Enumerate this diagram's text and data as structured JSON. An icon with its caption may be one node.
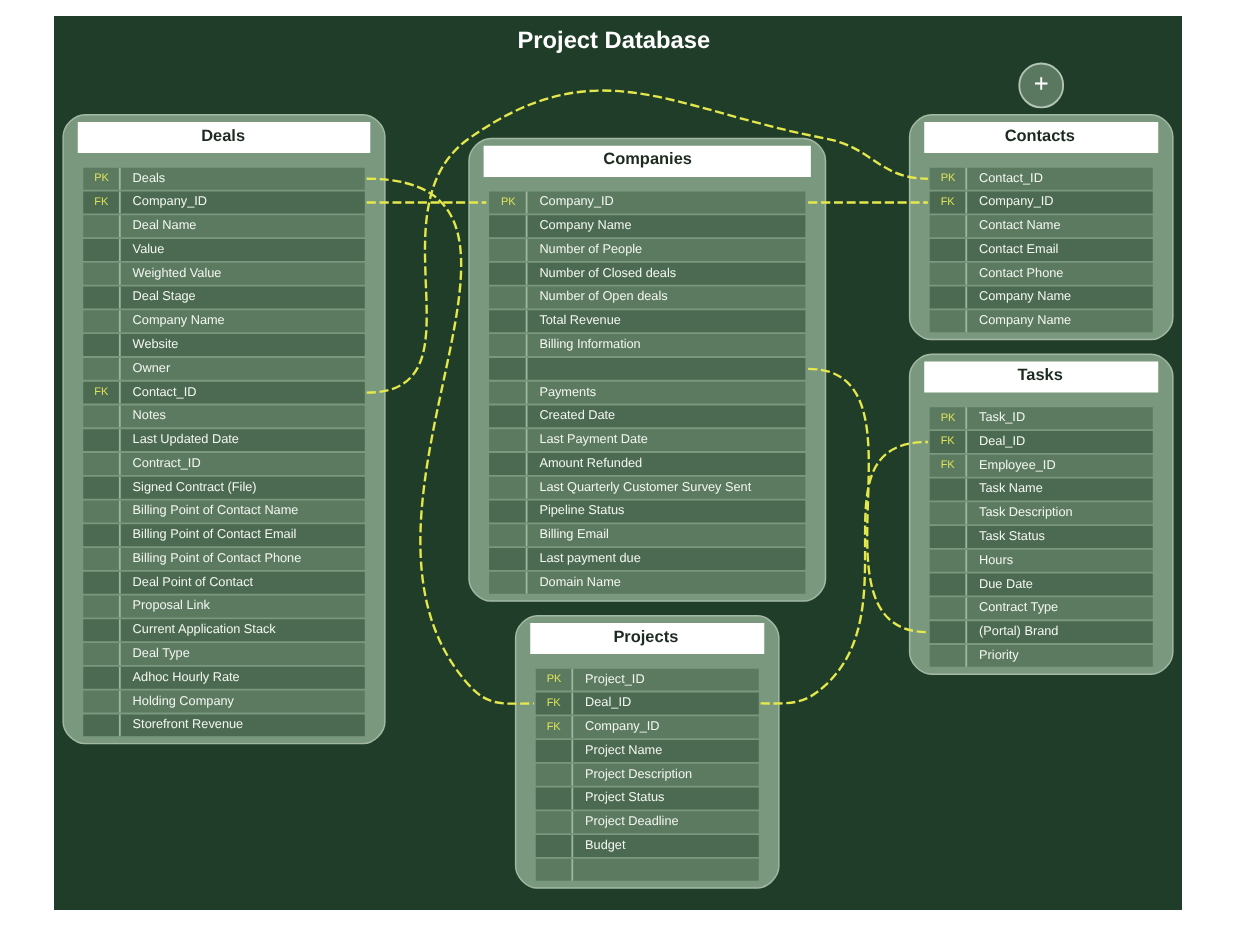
{
  "diagram": {
    "title": "Project Database",
    "nodes": [
      {
        "text": [
          "Deals"
        ]
      },
      {
        "text": [
          "PK",
          "Deals"
        ],
        "in": 0
      },
      {
        "text": [
          "FK",
          "Company_ID"
        ],
        "in": 0
      },
      {
        "text": [
          "Deal Name"
        ],
        "in": 0
      },
      {
        "text": [
          "Value"
        ],
        "in": 0
      },
      {
        "text": [
          "Weighted Value"
        ],
        "in": 0
      },
      {
        "text": [
          "Deal Stage"
        ],
        "in": 0
      },
      {
        "text": [
          "Company Name"
        ],
        "in": 0
      },
      {
        "text": [
          "Website"
        ],
        "in": 0
      },
      {
        "text": [
          "Owner"
        ],
        "in": 0
      },
      {
        "text": [
          "FK",
          "Contact_ID"
        ],
        "in": 0
      },
      {
        "text": [
          "Notes"
        ],
        "in": 0
      },
      {
        "text": [
          "Last Updated Date"
        ],
        "in": 0
      },
      {
        "text": [
          "Contract_ID"
        ],
        "in": 0
      },
      {
        "text": [
          "Signed Contract (File)"
        ],
        "in": 0
      },
      {
        "text": [
          "Billing Point of Contact Name"
        ],
        "in": 0
      },
      {
        "text": [
          "Billing Point of Contact Email"
        ],
        "in": 0
      },
      {
        "text": [
          "Billing Point of Contact Phone"
        ],
        "in": 0
      },
      {
        "text": [
          "Deal Point of Contact"
        ],
        "in": 0
      },
      {
        "text": [
          "Proposal Link"
        ],
        "in": 0
      },
      {
        "text": [
          "Current Application Stack"
        ],
        "in": 0
      },
      {
        "text": [
          "Deal Type"
        ],
        "in": 0
      },
      {
        "text": [
          "Adhoc Hourly Rate"
        ],
        "in": 0
      },
      {
        "text": [
          "Holding Company"
        ],
        "in": 0
      },
      {
        "text": [
          "Storefront Revenue"
        ],
        "in": 0
      },
      {
        "text": [
          "Companies"
        ]
      },
      {
        "text": [
          "PK",
          "Company_ID"
        ],
        "in": 25
      },
      {
        "text": [
          "Company Name"
        ],
        "in": 25
      },
      {
        "text": [
          "Number of People"
        ],
        "in": 25
      },
      {
        "text": [
          "Number of Closed deals"
        ],
        "in": 25
      },
      {
        "text": [
          "Number of Open deals"
        ],
        "in": 25
      },
      {
        "text": [
          "Total Revenue"
        ],
        "in": 25
      },
      {
        "text": [
          "Billing Information"
        ],
        "in": 25
      },
      {
        "text": [],
        "shape": "bar",
        "in": 25
      },
      {
        "text": [
          "Payments"
        ],
        "in": 25
      },
      {
        "text": [
          "Created Date"
        ],
        "in": 25
      },
      {
        "text": [
          "Last Payment Date"
        ],
        "in": 25
      },
      {
        "text": [
          "Amount Refunded"
        ],
        "in": 25
      },
      {
        "text": [
          "Last Quarterly Customer Survey Sent"
        ],
        "in": 25
      },
      {
        "text": [
          "Pipeline Status"
        ],
        "in": 25
      },
      {
        "text": [
          "Billing Email"
        ],
        "in": 25
      },
      {
        "text": [
          "Last payment due"
        ],
        "in": 25
      },
      {
        "text": [
          "Domain Name"
        ],
        "in": 25
      },
      {
        "text": [
          "Contacts"
        ]
      },
      {
        "text": [
          "PK",
          "Contact_ID"
        ],
        "in": 43
      },
      {
        "text": [
          "FK",
          "Company_ID"
        ],
        "in": 43
      },
      {
        "text": [
          "Contact Name"
        ],
        "in": 43
      },
      {
        "text": [
          "Contact Email"
        ],
        "in": 43
      },
      {
        "text": [
          "Contact Phone"
        ],
        "in": 43
      },
      {
        "text": [
          "Company Name"
        ],
        "in": 43
      },
      {
        "text": [
          "Company Name"
        ],
        "in": 43
      },
      {
        "text": [
          "+"
        ]
      },
      {
        "text": [
          "Projects"
        ]
      },
      {
        "text": [
          "PK",
          "Project_ID"
        ],
        "in": 52
      },
      {
        "text": [
          "FK",
          "Deal_ID"
        ],
        "in": 52
      },
      {
        "text": [
          "FK",
          "Company_ID"
        ],
        "in": 52
      },
      {
        "text": [
          "Project Name"
        ],
        "in": 52
      },
      {
        "text": [
          "Project Description"
        ],
        "in": 52
      },
      {
        "text": [
          "Project Status"
        ],
        "in": 52
      },
      {
        "text": [
          "Project Deadline"
        ],
        "in": 52
      },
      {
        "text": [
          "Budget"
        ],
        "in": 52
      },
      {
        "text": [],
        "shape": "bar",
        "in": 52
      },
      {
        "text": [
          "Tasks"
        ]
      },
      {
        "text": [
          "PK",
          "Task_ID"
        ],
        "in": 62
      },
      {
        "text": [
          "FK",
          "Deal_ID"
        ],
        "in": 62
      },
      {
        "text": [
          "FK",
          "Employee_ID"
        ],
        "in": 62
      },
      {
        "text": [
          "Task Name"
        ],
        "in": 62
      },
      {
        "text": [
          "Task Description"
        ],
        "in": 62
      },
      {
        "text": [
          "Task Status"
        ],
        "in": 62
      },
      {
        "text": [
          "Hours"
        ],
        "in": 62
      },
      {
        "text": [
          "Due Date"
        ],
        "in": 62
      },
      {
        "text": [
          "Contract Type"
        ],
        "in": 62
      },
      {
        "text": [
          "(Portal) Brand"
        ],
        "in": 62
      },
      {
        "text": [
          "Priority"
        ],
        "in": 62
      }
    ],
    "edges": [
      {
        "from": 1,
        "to": 54,
        "arrow": "none",
        "style": "dashed"
      },
      {
        "from": 2,
        "to": 26,
        "arrow": "none",
        "style": "dashed"
      },
      {
        "from": 26,
        "to": 45,
        "arrow": "none",
        "style": "dashed"
      },
      {
        "from": 10,
        "to": 44,
        "arrow": "none",
        "style": "dashed"
      },
      {
        "from": 33,
        "to": 72,
        "arrow": "none",
        "style": "dashed"
      },
      {
        "from": 54,
        "to": 64,
        "arrow": "none",
        "style": "dashed"
      }
    ]
  }
}
